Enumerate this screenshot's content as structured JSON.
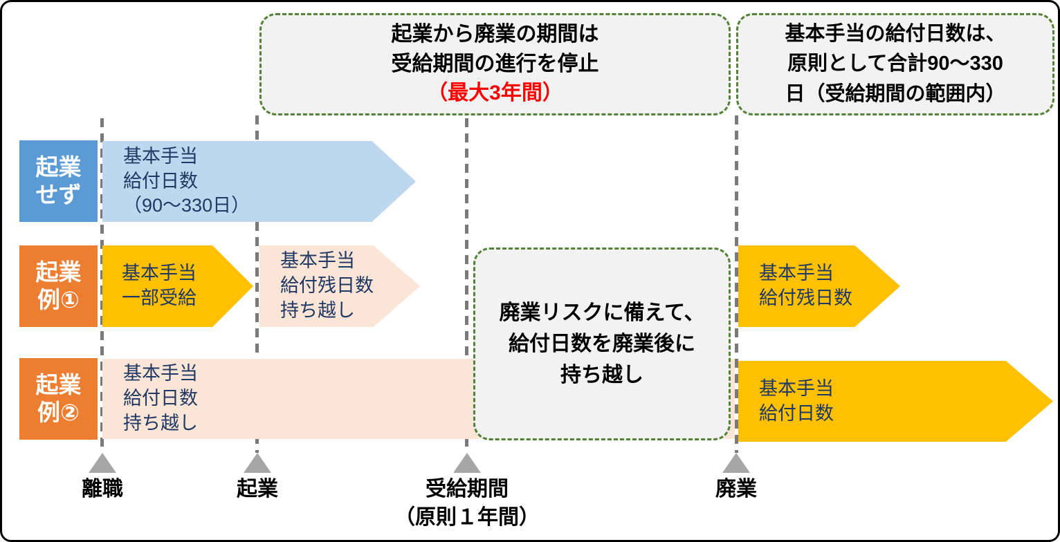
{
  "colors": {
    "blue_label": "#5b9bd5",
    "orange_label": "#ed7d31",
    "light_blue_arrow": "#bdd7ee",
    "gold_arrow": "#ffc000",
    "peach_arrow": "#fbe5d6",
    "navy_text": "#1f3864",
    "callout_bg": "#f2f2f2",
    "callout_border_green": "#538135",
    "timeline_gray": "#7a7a7a",
    "marker_gray": "#a6a6a6",
    "highlight_red": "#ff0000"
  },
  "callouts": {
    "pause": {
      "line1": "起業から廃業の期間は",
      "line2": "受給期間の進行を停止",
      "line3": "（最大3年間）"
    },
    "total": {
      "line1": "基本手当の給付日数は、",
      "line2": "原則として合計90～330",
      "line3": "日（受給期間の範囲内）"
    },
    "carryover": {
      "line1": "廃業リスクに備えて、",
      "line2": "給付日数を廃業後に",
      "line3": "持ち越し"
    }
  },
  "rows": {
    "no_startup": {
      "label_line1": "起業",
      "label_line2": "せず",
      "arrow_benefit": {
        "line1": "基本手当",
        "line2": "給付日数",
        "line3": "（90～330日）"
      }
    },
    "case1": {
      "label_line1": "起業",
      "label_line2": "例①",
      "arrow_partial": {
        "line1": "基本手当",
        "line2": "一部受給"
      },
      "arrow_carry": {
        "line1": "基本手当",
        "line2": "給付残日数",
        "line3": "持ち越し"
      },
      "arrow_remaining": {
        "line1": "基本手当",
        "line2": "給付残日数"
      }
    },
    "case2": {
      "label_line1": "起業",
      "label_line2": "例②",
      "arrow_carry": {
        "line1": "基本手当",
        "line2": "給付日数",
        "line3": "持ち越し"
      },
      "arrow_full": {
        "line1": "基本手当",
        "line2": "給付日数"
      }
    }
  },
  "timeline": {
    "resign": "離職",
    "startup": "起業",
    "benefit_period": "受給期間",
    "benefit_period_note": "（原則１年間）",
    "closure": "廃業"
  }
}
